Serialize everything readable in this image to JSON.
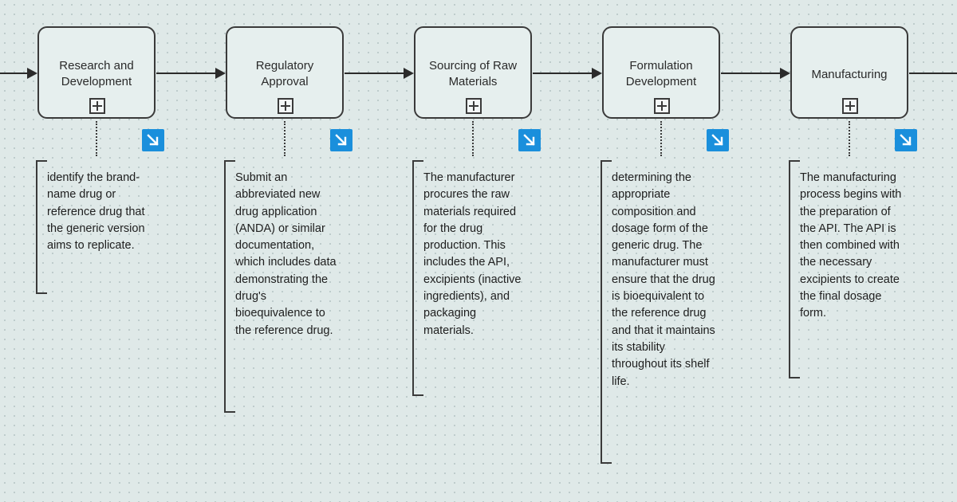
{
  "diagram": {
    "tasks": [
      {
        "label": "Research and Development",
        "annotation": "identify the brand-name drug or reference drug that the generic version aims to replicate."
      },
      {
        "label": "Regulatory Approval",
        "annotation": "Submit an abbreviated new drug application (ANDA) or similar documentation, which includes data demonstrating the drug's bioequivalence to the reference drug."
      },
      {
        "label": "Sourcing of Raw Materials",
        "annotation": "The manufacturer procures the raw materials required for the drug production. This includes the API, excipients (inactive ingredients), and packaging materials."
      },
      {
        "label": "Formulation Development",
        "annotation": "determining the appropriate composition and dosage form of the generic drug. The manufacturer must ensure that the drug is bioequivalent to the reference drug and that it maintains its stability throughout its shelf life."
      },
      {
        "label": "Manufacturing",
        "annotation": "The manufacturing process begins with the preparation of the API. The API is then combined with the necessary excipients to create the final dosage form."
      }
    ]
  },
  "icons": {
    "task_marker": "expand-plus-icon",
    "corner_button": "arrow-down-right-icon"
  },
  "colors": {
    "background": "#dfe9e8",
    "task_fill": "#e6efee",
    "stroke": "#3a3a3a",
    "button_accent": "#1a8fdc"
  }
}
